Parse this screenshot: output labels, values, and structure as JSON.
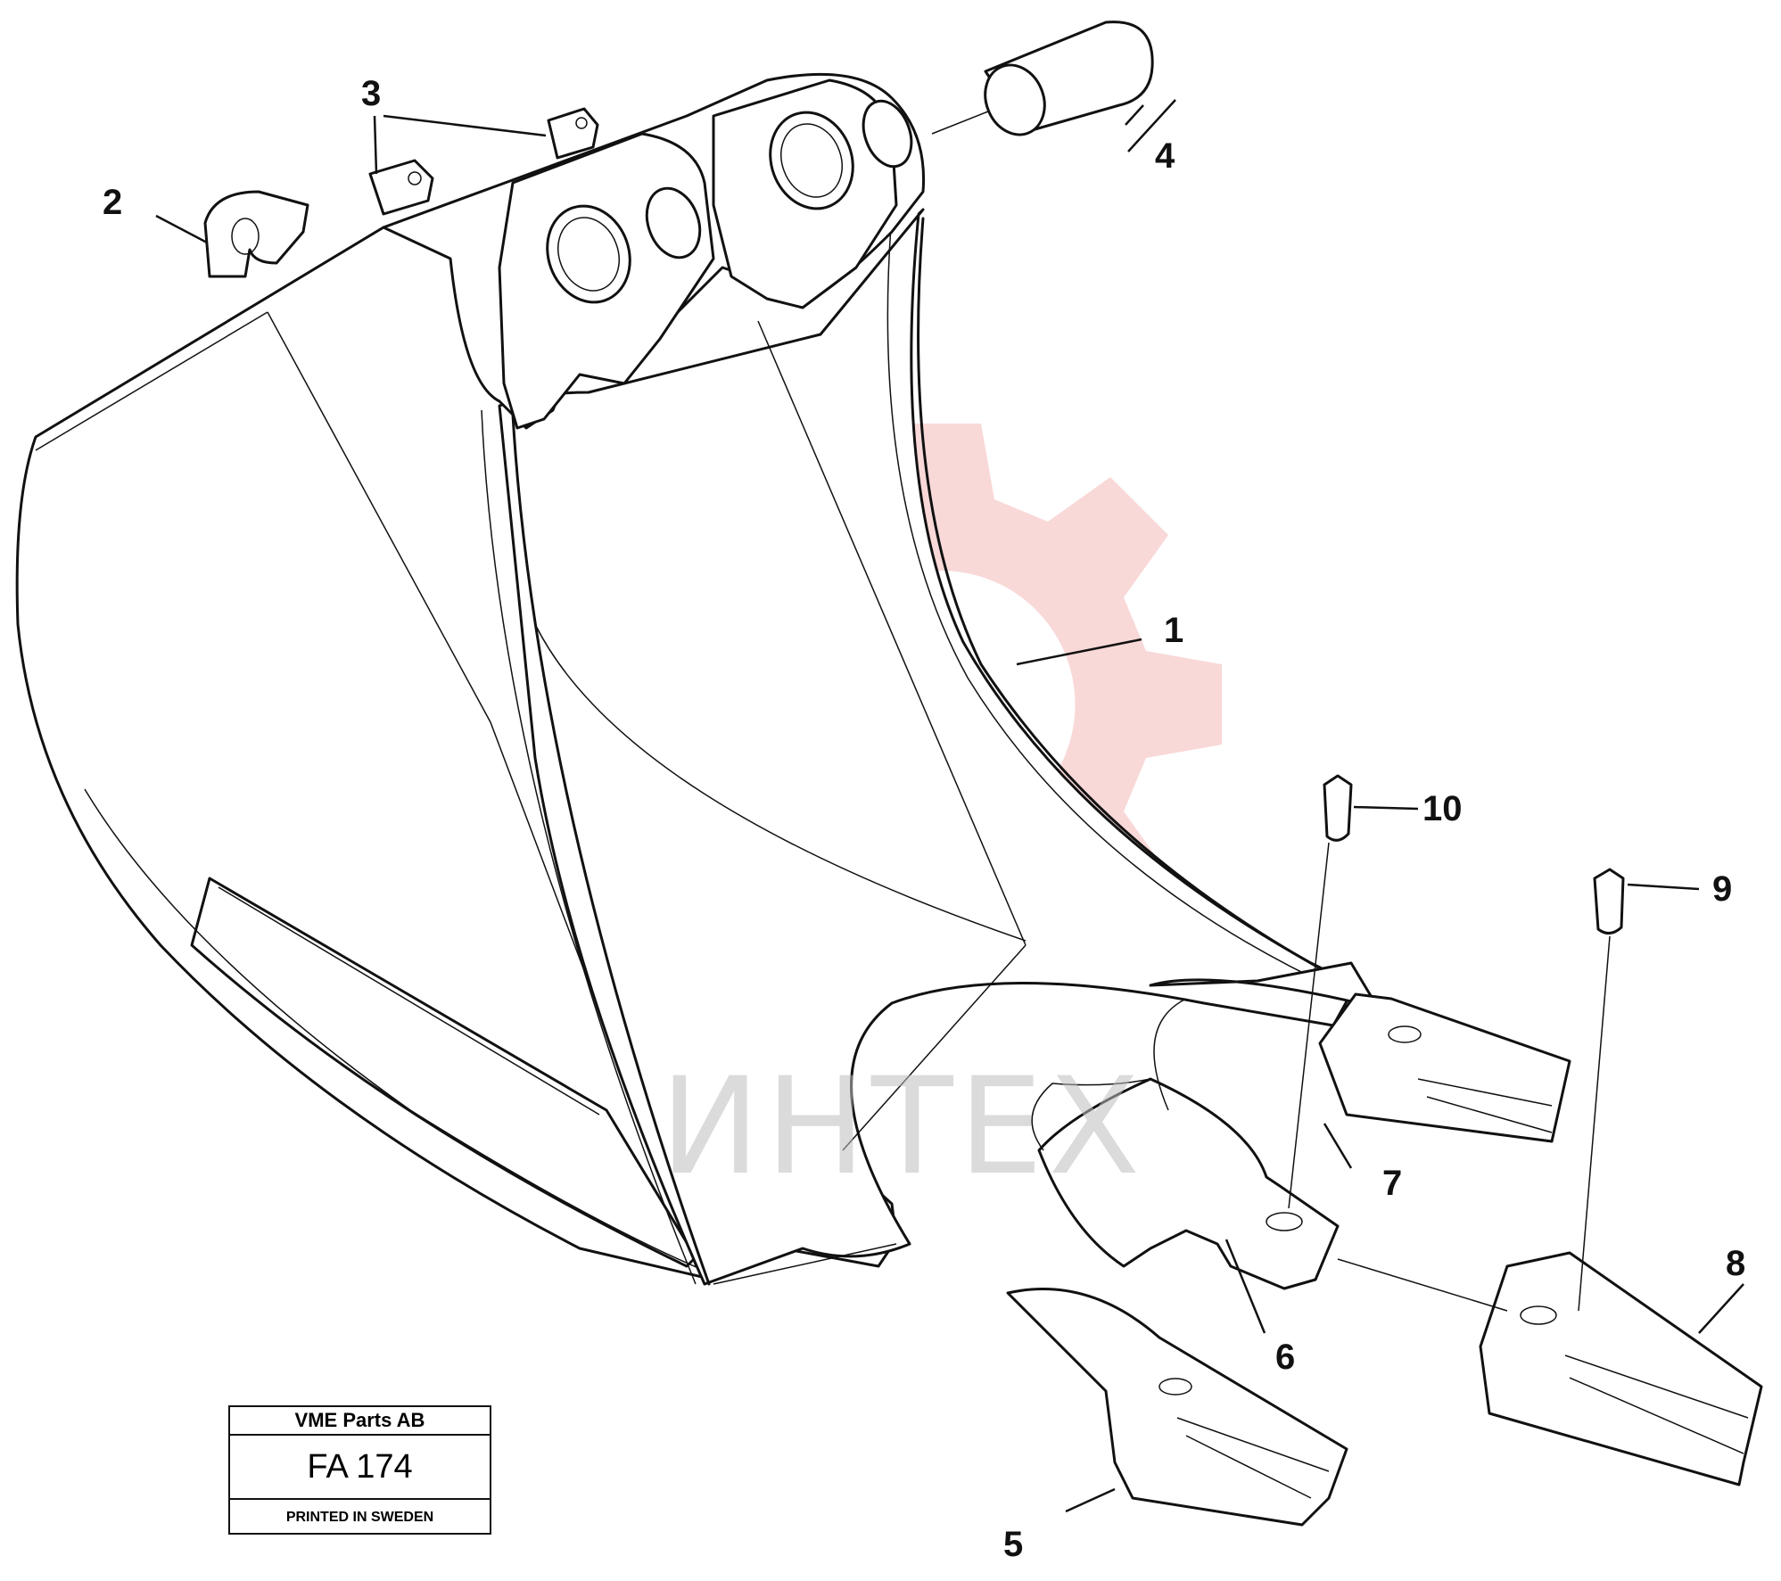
{
  "diagram": {
    "callouts": {
      "c1": "1",
      "c2": "2",
      "c3": "3",
      "c4": "4",
      "c5": "5",
      "c6": "6",
      "c7": "7",
      "c8": "8",
      "c9": "9",
      "c10": "10"
    },
    "watermark": "ИНТЕХ"
  },
  "stamp": {
    "company": "VME Parts AB",
    "code": "FA 174",
    "printed": "PRINTED IN SWEDEN"
  }
}
